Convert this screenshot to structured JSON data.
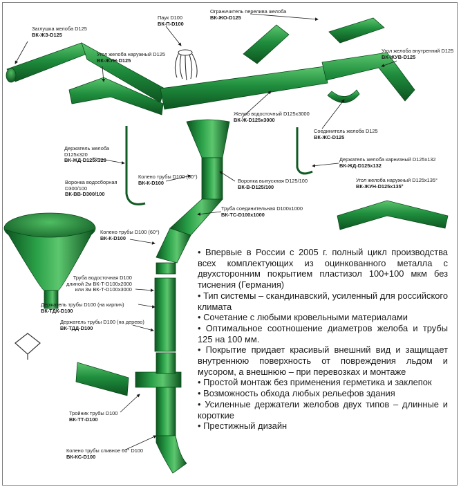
{
  "colors": {
    "pipe": "#1d8a3a",
    "pipe_dark": "#0f5a22",
    "pipe_light": "#58c26a",
    "ink": "#1a1a1a"
  },
  "labels": {
    "l_zz": {
      "title": "Заглушка желоба D125",
      "code": "ВК-ЖЗ-D125"
    },
    "l_kp": {
      "title": "Паук D100",
      "code": "ВК-П-D100"
    },
    "l_zho": {
      "title": "Ограничитель перелива желоба",
      "code": "ВК-ЖО-D125"
    },
    "l_zhun": {
      "title": "Угол желоба наружный D125",
      "code": "ВК-ЖУН-D125"
    },
    "l_zhuv": {
      "title": "Угол желоба внутренний D125",
      "code": "ВК-ЖУВ-D125"
    },
    "l_zh": {
      "title": "Желоб водосточный D125x3000",
      "code": "ВК-Ж-D125x3000"
    },
    "l_zhs": {
      "title": "Соединитель желоба D125",
      "code": "ВК-ЖС-D125"
    },
    "l_zhd": {
      "title": "Держатель желоба D125x320",
      "code": "ВК-ЖД-D125x320"
    },
    "l_kk60": {
      "title": "Колено трубы D100 (60°)",
      "code": "ВК-К-D100"
    },
    "l_vv": {
      "title": "Воронка выпускная D125/100",
      "code": "ВК-В-D125/100"
    },
    "l_zhdk": {
      "title": "Держатель желоба карнизный D125x132",
      "code": "ВК-ЖД-D125x132"
    },
    "l_vvs": {
      "title": "Воронка водосборная D300/100",
      "code": "ВК-ВВ-D300/100"
    },
    "l_zhun135": {
      "title": "Угол желоба наружный D125x135°",
      "code": "ВК-ЖУН-D125x135°"
    },
    "l_ts": {
      "title": "Труба соединительная D100x1000",
      "code": "ВК-ТС-D100x1000"
    },
    "l_kk60b": {
      "title": "Колено трубы D100 (60°)",
      "code": "ВК-К-D100"
    },
    "l_tv": {
      "title": "Труба водосточная  D100",
      "line2": "длиной 2м ВК-Т-D100x2000",
      "line3": "или 3м ВК-Т-D100x3000"
    },
    "l_tdk": {
      "title": "Держатель трубы D100  (на кирпич)",
      "code": "ВК-ТДК-D100"
    },
    "l_tdd": {
      "title": "Держатель трубы D100  (на дерево)",
      "code": "ВК-ТДД-D100"
    },
    "l_tt": {
      "title": "Тройник трубы D100",
      "code": "ВК-ТТ-D100"
    },
    "l_ks": {
      "title": "Колено трубы сливное 60° D100",
      "code": "ВК-КС-D100"
    }
  },
  "bullets": [
    "Впервые в России с 2005 г. полный цикл производства всех комплектующих из оцинкованного металла с двухсторонним покрытием пластизол 100+100 мкм без тиснения (Германия)",
    "Тип системы – скандинавский, усиленный для российского климата",
    "Сочетание с любыми кровельными материалами",
    "Оптимальное соотношение диаметров желоба и трубы 125 на 100 мм.",
    "Покрытие придает красивый внешний вид и защищает внутреннюю поверхность от повреждения льдом и мусором, а внешнюю – при перевозках и монтаже",
    "Простой монтаж без применения герметика и заклепок",
    "Возможность обхода любых рельефов здания",
    "Усиленные держатели желобов двух типов – длинные и короткие",
    "Престижный дизайн"
  ]
}
